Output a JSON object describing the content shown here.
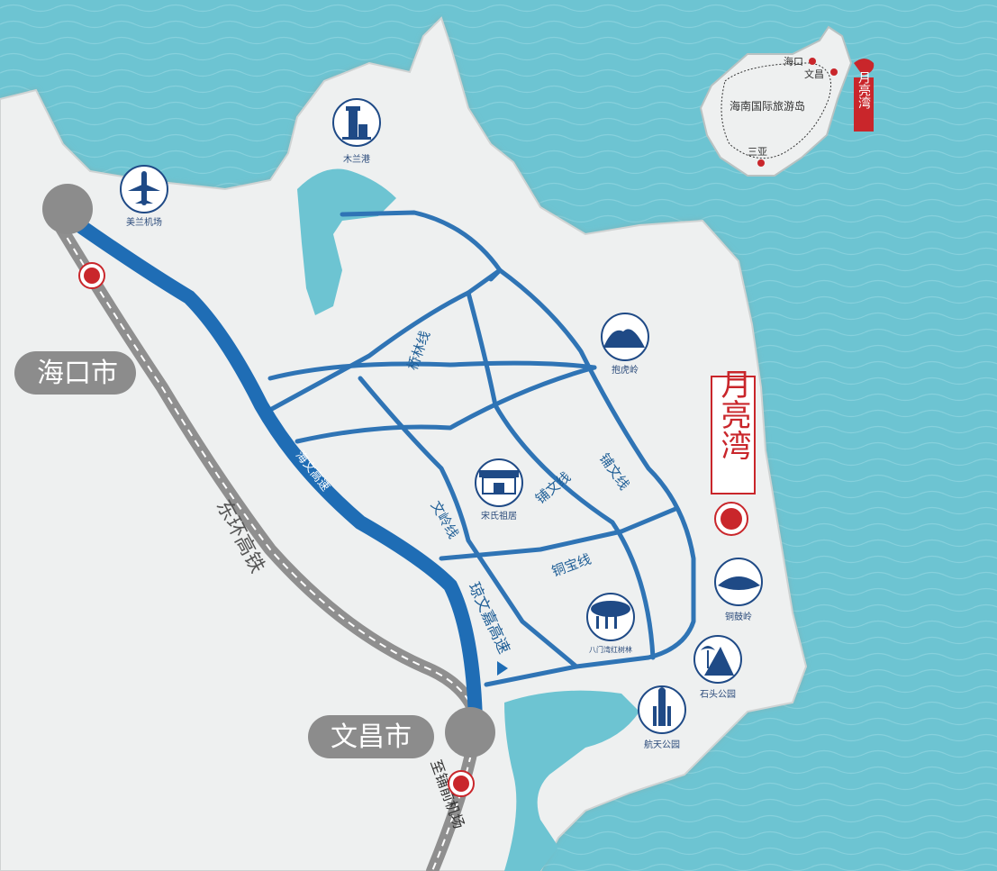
{
  "colors": {
    "sea": "#6dc4d2",
    "land": "#eef0f0",
    "road": "#2f74b5",
    "highway": "#1f6db5",
    "rail": "#888888",
    "accent_red": "#c9262b",
    "city_badge": "#8c8c8c",
    "icon_navy": "#1f4a86"
  },
  "cities": {
    "haikou": "海口市",
    "wenchang": "文昌市"
  },
  "routes": {
    "haiwen_expressway": "海文高速",
    "wenqiong_expressway": "琼文嘉高速",
    "east_ring_rail": "东环高铁",
    "to_puqian_airport": "至铺前机场",
    "qiaolin_line": "桥林线",
    "wenling_line": "文岭线",
    "pushan_line": "铺文线",
    "pushan_line_2": "铺文线",
    "tongbao_line": "铜宝线"
  },
  "pois": {
    "meilan_airport": "美兰机场",
    "mulan_port": "木兰港",
    "paohu_ling": "抱虎岭",
    "song_residence": "宋氏祖居",
    "bamen_mangrove": "八门湾红树林",
    "tonggu_ling": "铜鼓岭",
    "shitou_park": "石头公园",
    "space_park": "航天公园"
  },
  "project": {
    "name": "月亮湾"
  },
  "inset": {
    "island": "海南国际旅游岛",
    "haikou": "海口",
    "wenchang": "文昌",
    "sanya": "三亚",
    "marker": "月亮湾"
  }
}
